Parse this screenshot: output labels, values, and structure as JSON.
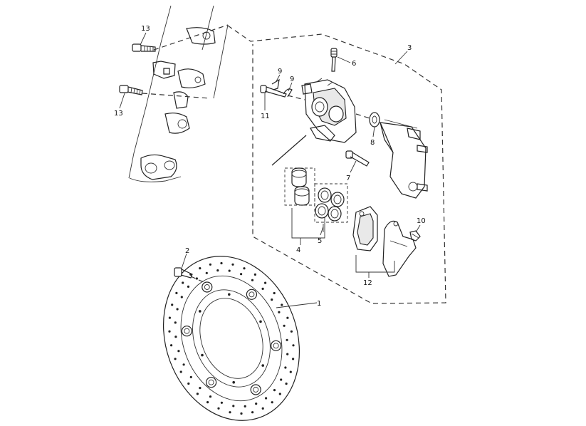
{
  "callouts": {
    "c1": "1",
    "c2": "2",
    "c3": "3",
    "c4": "4",
    "c5": "5",
    "c6": "6",
    "c7": "7",
    "c8": "8",
    "c9a": "9",
    "c9b": "9",
    "c10": "10",
    "c11": "11",
    "c12": "12",
    "c13a": "13",
    "c13b": "13"
  },
  "colors": {
    "line": "#222222",
    "background": "#ffffff",
    "shade": "#e9e9e9"
  }
}
